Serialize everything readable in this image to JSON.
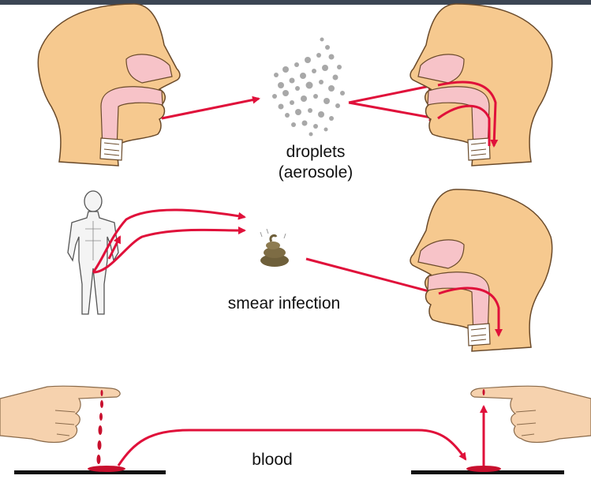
{
  "labels": {
    "droplets_line1": "droplets",
    "droplets_line2": "(aerosole)",
    "smear": "smear infection",
    "blood": "blood"
  },
  "colors": {
    "arrow": "#e0103a",
    "skin": "#f6c98f",
    "skin_outline": "#6a4a2a",
    "tissue": "#f7c3c8",
    "droplet": "#a8a8a8",
    "blood": "#c8102e",
    "ground": "#111111",
    "top_bar": "#3c4654"
  },
  "icons": [
    "head-profile-icon",
    "aerosol-droplets-icon",
    "human-figure-icon",
    "feces-icon",
    "hand-icon"
  ]
}
